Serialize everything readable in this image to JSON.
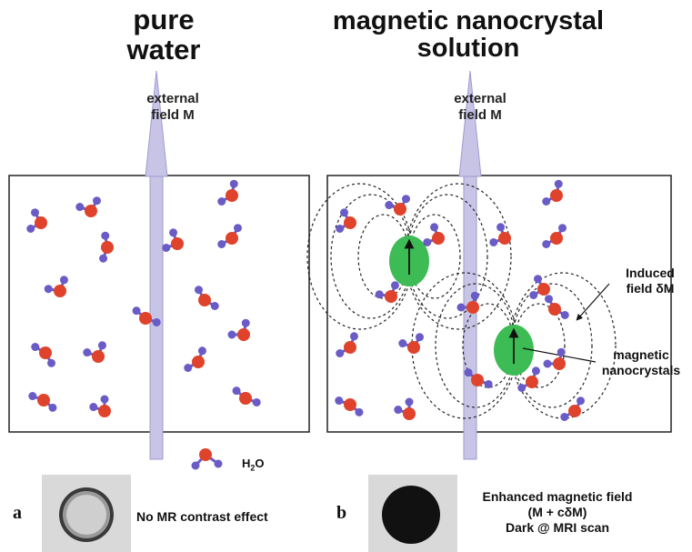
{
  "left_panel": {
    "title": "pure\nwater",
    "field_label": "external\nfield M"
  },
  "right_panel": {
    "title": "magnetic nanocrystal\nsolution",
    "field_label": "external\nfield M",
    "induced_field_label": "Induced\nfield δM",
    "nanocrystals_label": "magnetic\nnanocrystals"
  },
  "legend": {
    "h2o": "H",
    "h2o_sub": "2",
    "h2o_tail": "O"
  },
  "bottom": {
    "letter_a": "a",
    "caption_a": "No MR contrast effect",
    "letter_b": "b",
    "caption_b": "Enhanced magnetic field\n(M + cδM)\nDark @ MRI scan"
  },
  "colors": {
    "oxygen": "#e0432b",
    "hydrogen": "#6a5cc6",
    "nanocrystal": "#3dbb55",
    "arrow": "#c7c4e6"
  }
}
